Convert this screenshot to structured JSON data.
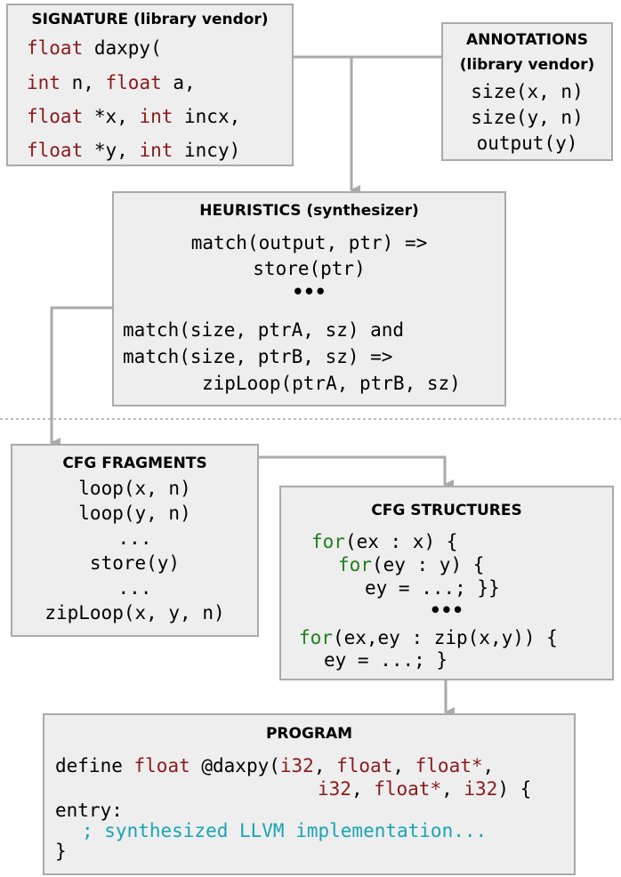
{
  "colors": {
    "box_fill": "#eeeeee",
    "box_border": "#aaaaaa",
    "connector": "#aaaaaa",
    "keyword": "#8b1a1a",
    "loop_keyword": "#1e7f1e",
    "comment": "#17a4b7"
  },
  "signature": {
    "title": "SIGNATURE (library vendor)",
    "l1_kw": "float",
    "l1_rest": " daxpy(",
    "l2_kw1": "int",
    "l2_mid": " n, ",
    "l2_kw2": "float",
    "l2_rest": " a,",
    "l3_kw1": "float",
    "l3_mid": " *x, ",
    "l3_kw2": "int",
    "l3_rest": " incx,",
    "l4_kw1": "float",
    "l4_mid": " *y, ",
    "l4_kw2": "int",
    "l4_rest": " incy)"
  },
  "annotations": {
    "title1": "ANNOTATIONS",
    "title2": "(library vendor)",
    "lines": [
      "size(x, n)",
      "size(y, n)",
      "output(y)"
    ]
  },
  "heuristics": {
    "title": "HEURISTICS (synthesizer)",
    "rule1_a": "match(output, ptr) =>",
    "rule1_b": "store(ptr)",
    "ellipsis": "•••",
    "rule2_a": "match(size, ptrA, sz) and",
    "rule2_b": "match(size, ptrB, sz) =>",
    "rule2_c": "zipLoop(ptrA, ptrB, sz)"
  },
  "cfg_fragments": {
    "title": "CFG FRAGMENTS",
    "lines": [
      "loop(x, n)",
      "loop(y, n)",
      "...",
      "store(y)",
      "...",
      "zipLoop(x, y, n)"
    ]
  },
  "cfg_structures": {
    "title": "CFG STRUCTURES",
    "l1_kw": "for",
    "l1_rest": "(ex : x) {",
    "l2_kw": "for",
    "l2_rest": "(ey : y) {",
    "l3": "ey = ...; }}",
    "ellipsis": "•••",
    "l5_kw": "for",
    "l5_rest": "(ex,ey : zip(x,y)) {",
    "l6": "ey = ...; }"
  },
  "program": {
    "title": "PROGRAM",
    "l1_a": "define ",
    "l1_kw1": "float",
    "l1_b": " @daxpy(",
    "l1_kw2": "i32",
    "l1_c": ", ",
    "l1_kw3": "float",
    "l1_d": ", ",
    "l1_kw4": "float*",
    "l1_e": ",",
    "l2_kw1": "i32",
    "l2_a": ", ",
    "l2_kw2": "float*",
    "l2_b": ", ",
    "l2_kw3": "i32",
    "l2_c": ") {",
    "l3": "entry:",
    "l4": "; synthesized LLVM implementation...",
    "l5": "}"
  }
}
